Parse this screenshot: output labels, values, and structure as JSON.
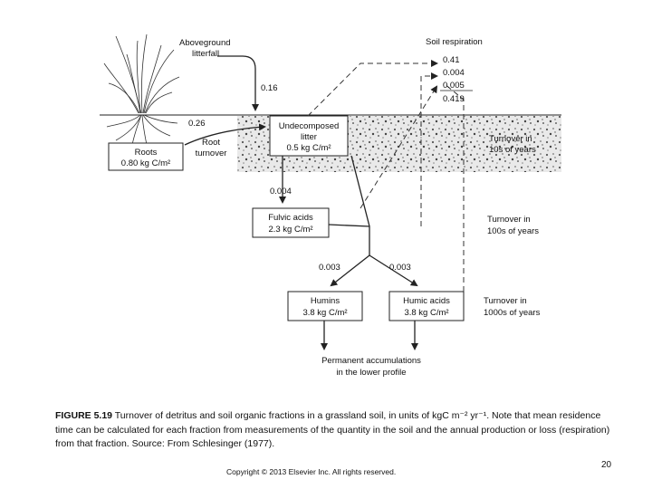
{
  "diagram": {
    "aboveground_label_1": "Aboveground",
    "aboveground_label_2": "litterfall",
    "litterfall_flux": "0.16",
    "soil_respiration_label": "Soil respiration",
    "respiration_values": [
      "0.41",
      "0.004",
      "0.005",
      "0.419"
    ],
    "root_flux": "0.26",
    "roots_label": "Roots",
    "roots_amount": "0.80 kg C/m²",
    "root_turnover_1": "Root",
    "root_turnover_2": "turnover",
    "litter_label_1": "Undecomposed",
    "litter_label_2": "litter",
    "litter_amount": "0.5 kg C/m²",
    "turnover_10s_1": "Turnover in",
    "turnover_10s_2": "10s of years",
    "fulvic_flux": "0.004",
    "fulvic_label": "Fulvic acids",
    "fulvic_amount": "2.3 kg C/m²",
    "turnover_100s_1": "Turnover in",
    "turnover_100s_2": "100s of years",
    "humins_flux": "0.003",
    "humic_flux": "0.003",
    "humins_label": "Humins",
    "humins_amount": "3.8 kg C/m²",
    "humic_label": "Humic acids",
    "humic_amount": "3.8 kg C/m²",
    "turnover_1000s_1": "Turnover in",
    "turnover_1000s_2": "1000s of years",
    "permanent_1": "Permanent accumulations",
    "permanent_2": "in the lower profile"
  },
  "caption": {
    "label": "FIGURE 5.19",
    "text": " Turnover of detritus and soil organic fractions in a grassland soil, in units of kgC m⁻² yr⁻¹. Note that mean residence time can be calculated for each fraction from measurements of the quantity in the soil and the annual production or loss (respiration) from that fraction. Source: From Schlesinger (1977)."
  },
  "footer": {
    "copyright": "Copyright © 2013 Elsevier Inc. All rights reserved.",
    "page_number": "20"
  }
}
